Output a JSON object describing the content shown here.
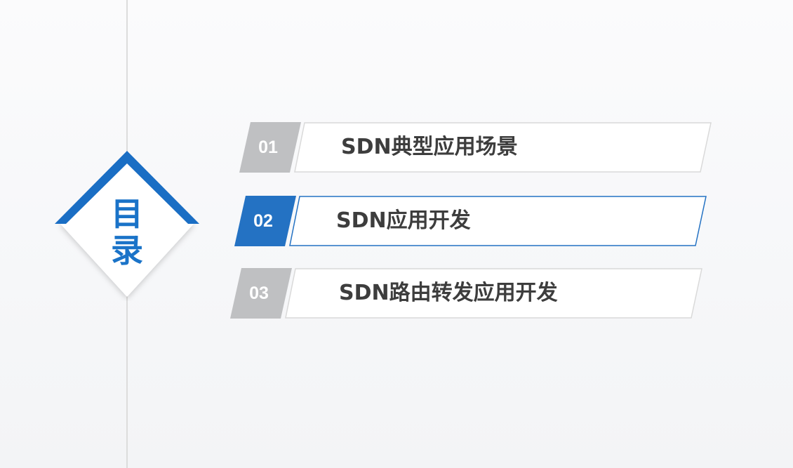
{
  "toc": {
    "title_line1": "目",
    "title_line2": "录"
  },
  "items": [
    {
      "number": "01",
      "label": "SDN典型应用场景",
      "active": false
    },
    {
      "number": "02",
      "label": "SDN应用开发",
      "active": true
    },
    {
      "number": "03",
      "label": "SDN路由转发应用开发",
      "active": false
    }
  ],
  "colors": {
    "accent": "#2472c3",
    "inactive_badge": "#bfc0c2",
    "text": "#3d3d3d",
    "title": "#1a73c8"
  }
}
